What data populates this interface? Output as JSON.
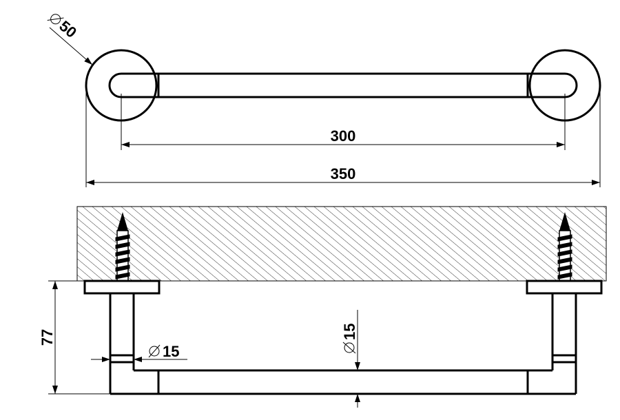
{
  "dimensions": {
    "rosette_diameter": "50",
    "bar_centers": "300",
    "overall_length": "350",
    "projection": "77",
    "post_diameter": "15",
    "bar_diameter": "15"
  }
}
